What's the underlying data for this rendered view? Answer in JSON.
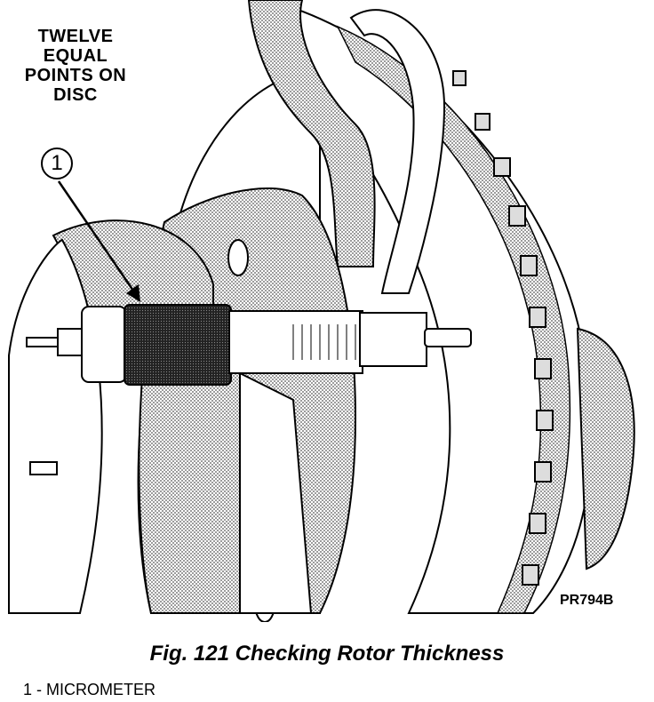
{
  "figure": {
    "callout_note": "TWELVE EQUAL POINTS ON DISC",
    "callout_number": "1",
    "image_code": "PR794B",
    "caption": "Fig. 121 Checking Rotor Thickness",
    "legend": "1 - MICROMETER"
  },
  "colors": {
    "ink": "#000000",
    "paper": "#ffffff",
    "shade": "#bdbdbd",
    "dark_shade": "#2a2a2a"
  },
  "icons": [
    "brake-rotor-illustration",
    "micrometer-illustration",
    "leader-arrow-icon"
  ]
}
